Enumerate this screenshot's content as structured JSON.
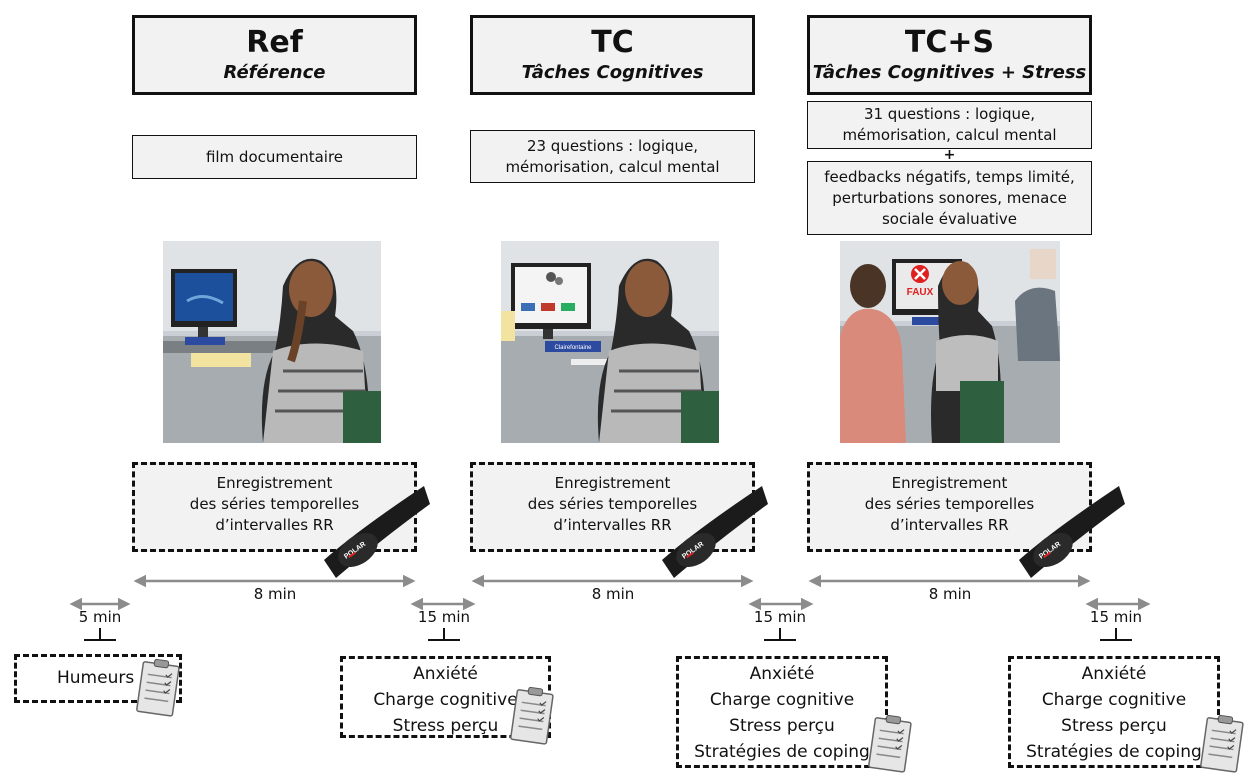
{
  "conditions": [
    {
      "title": "Ref",
      "subtitle": "Référence",
      "description": "film documentaire",
      "description_extra": "",
      "plus": "",
      "recording": [
        "Enregistrement",
        "des séries temporelles",
        "d’intervalles RR"
      ]
    },
    {
      "title": "TC",
      "subtitle": "Tâches Cognitives",
      "description": "23 questions : logique, mémorisation, calcul mental",
      "description_extra": "",
      "plus": "",
      "recording": [
        "Enregistrement",
        "des séries temporelles",
        "d’intervalles RR"
      ]
    },
    {
      "title": "TC+S",
      "subtitle": "Tâches Cognitives + Stress",
      "description": "31 questions : logique, mémorisation, calcul mental",
      "plus": "+",
      "description_extra": "feedbacks négatifs, temps limité, perturbations sonores, menace sociale évaluative",
      "recording": [
        "Enregistrement",
        "des séries temporelles",
        "d’intervalles RR"
      ]
    }
  ],
  "durations": {
    "condition": "8 min",
    "pre": "5 min",
    "post": "15 min"
  },
  "questionnaires": [
    {
      "items": [
        "Humeurs"
      ]
    },
    {
      "items": [
        "Anxiété",
        "Charge cognitive",
        "Stress perçu"
      ]
    },
    {
      "items": [
        "Anxiété",
        "Charge cognitive",
        "Stress perçu",
        "Stratégies de coping"
      ]
    },
    {
      "items": [
        "Anxiété",
        "Charge cognitive",
        "Stress perçu",
        "Stratégies de coping"
      ]
    }
  ],
  "photo_screen_text": {
    "tc_brand": "Clairefontaine",
    "tcs_feedback": "FAUX"
  },
  "heart_monitor_brand": "POLAR",
  "colors": {
    "box_fill": "#f2f2f2",
    "border": "#111111",
    "arrow": "#8c8c8c",
    "feedback_red": "#e02020",
    "screen_blue": "#1c4f9c"
  }
}
